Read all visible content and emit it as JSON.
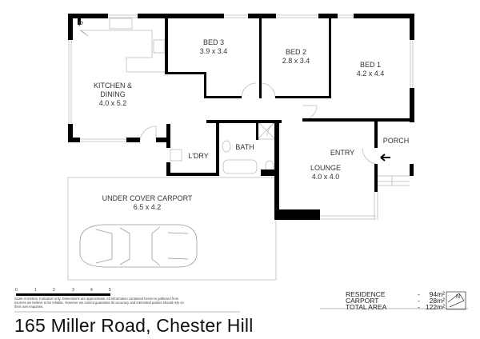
{
  "address": "165 Miller Road, Chester Hill",
  "rooms": {
    "pantry": "P",
    "kitchen": {
      "name1": "KITCHEN &",
      "name2": "DINING",
      "size": "4.0 x 5.2"
    },
    "bed3": {
      "name": "BED 3",
      "size": "3.9 x 3.4"
    },
    "bed2": {
      "name": "BED 2",
      "size": "2.8 x 3.4"
    },
    "bed1": {
      "name": "BED 1",
      "size": "4.2 x 4.4"
    },
    "laundry": {
      "name": "L'DRY"
    },
    "bath": {
      "name": "BATH"
    },
    "entry": {
      "name": "ENTRY"
    },
    "porch": {
      "name": "PORCH"
    },
    "lounge": {
      "name": "LOUNGE",
      "size": "4.0 x 4.0"
    },
    "carport": {
      "name": "UNDER COVER CARPORT",
      "size": "6.5 x 4.2"
    }
  },
  "scale": {
    "ticks": [
      "0",
      "1",
      "2",
      "3",
      "4",
      "5"
    ]
  },
  "disclaimer": "Scale in metres. Indicative only. Dimensions are approximate. All information contained herein is gathered from sources we believe to be reliable. However we cannot guarantee its accuracy and interested parties should rely on their own enquiries.",
  "areas": [
    {
      "label": "RESIDENCE",
      "dash": "-",
      "value": "94m²"
    },
    {
      "label": "CARPORT",
      "dash": "-",
      "value": "28m²"
    },
    {
      "label": "TOTAL AREA",
      "dash": "-",
      "value": "122m²"
    }
  ],
  "compass": "N"
}
